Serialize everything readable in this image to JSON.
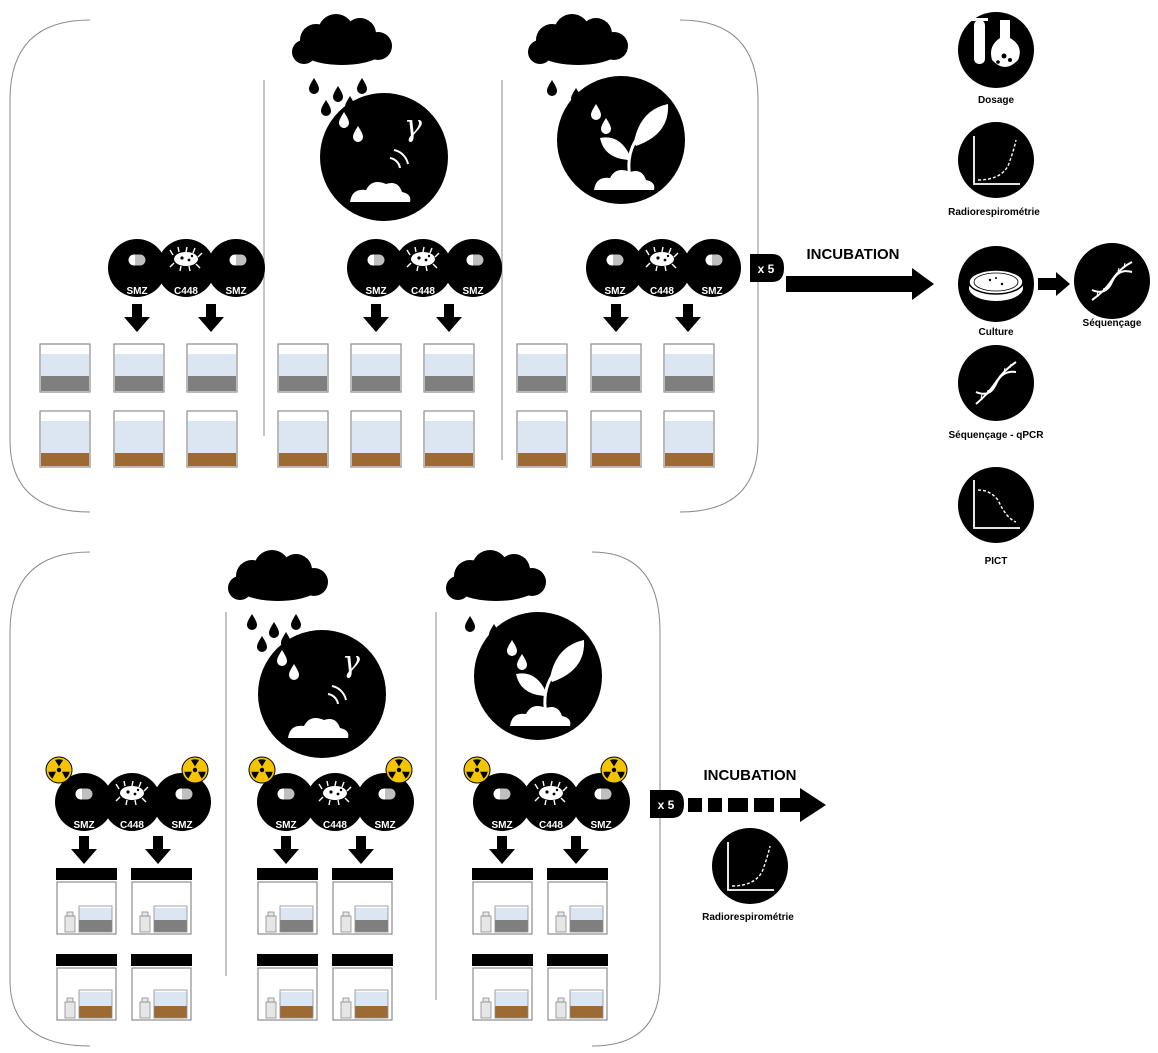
{
  "labels": {
    "smz": "SMZ",
    "c448": "C448",
    "x5": "x 5",
    "incubation": "INCUBATION"
  },
  "analyses": {
    "dosage": "Dosage",
    "radiorespirometrie": "Radiorespirométrie",
    "culture": "Culture",
    "sequencage_qpcr": "Séquençage - qPCR",
    "pict": "PICT",
    "sequencage": "Séquençage"
  },
  "icons": {
    "cloud": "cloud-icon",
    "rain": "raindrop-icon",
    "gamma": "gamma-irradiation-icon",
    "plant": "plant-sprout-icon",
    "pill": "pill-icon",
    "bacteria": "bacteria-icon",
    "radioactive": "radioactive-icon",
    "flask": "flask-icon",
    "curve": "curve-chart-icon",
    "petri": "petri-dish-icon",
    "dna": "dna-icon"
  },
  "colors": {
    "black": "#000000",
    "water": "#dce6f2",
    "sediment_grey": "#7f7f7f",
    "soil_brown": "#9c6a32",
    "radioactive_yellow": "#f5c400",
    "panel_border": "#8a8a8a"
  }
}
